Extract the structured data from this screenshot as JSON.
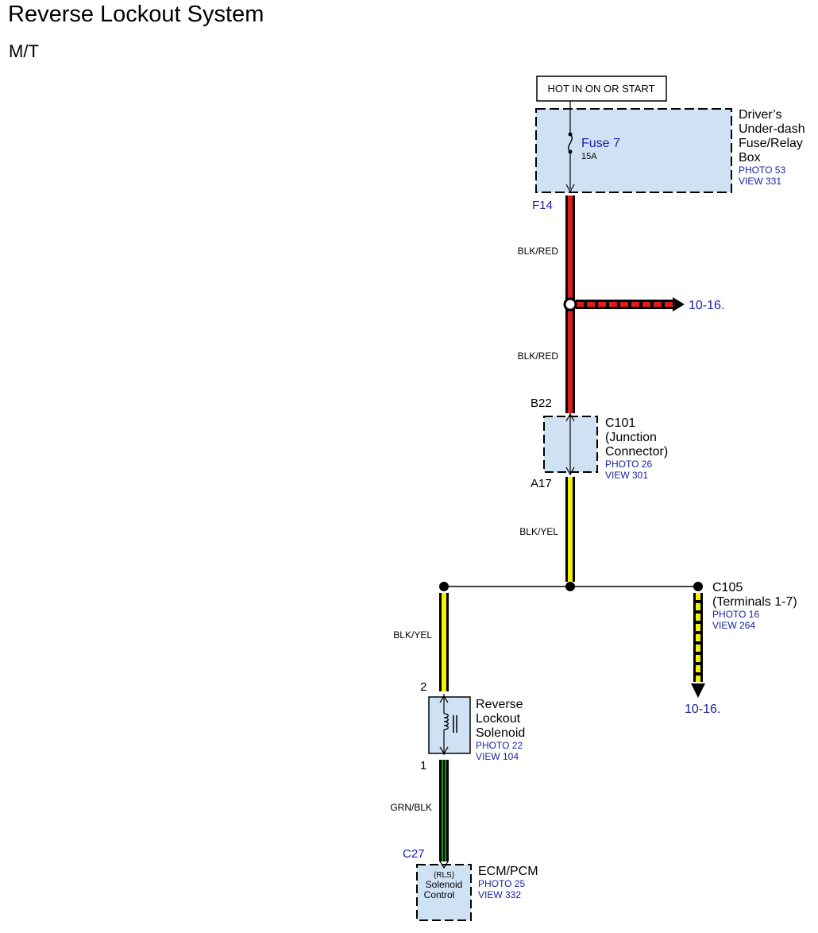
{
  "header": {
    "title": "Reverse Lockout System",
    "subtitle": "M/T"
  },
  "colors": {
    "box_fill": "#cfe2f3",
    "wire_red": "#e31a1a",
    "wire_yellow": "#f4f400",
    "wire_green": "#1a9a1a",
    "ref_text": "#1a22a6"
  },
  "power": {
    "label": "HOT IN ON OR START"
  },
  "fuse_box": {
    "name_lines": [
      "Driver’s",
      "Under-dash",
      "Fuse/Relay",
      "Box"
    ],
    "photo": "PHOTO 53",
    "view": "VIEW 331",
    "fuse_name": "Fuse 7",
    "fuse_rating": "15A",
    "terminal": "F14"
  },
  "wires": {
    "w1": "BLK/RED",
    "w2": "BLK/RED",
    "w3": "BLK/YEL",
    "w4": "BLK/YEL",
    "w5": "GRN/BLK"
  },
  "branch_ref_1": "10-16.",
  "c101": {
    "name_lines": [
      "C101",
      "(Junction",
      "Connector)"
    ],
    "photo": "PHOTO 26",
    "view": "VIEW 301",
    "top_terminal": "B22",
    "bottom_terminal": "A17"
  },
  "c105": {
    "name_lines": [
      "C105",
      "(Terminals 1-7)"
    ],
    "photo": "PHOTO 16",
    "view": "VIEW 264",
    "ref": "10-16."
  },
  "solenoid": {
    "name_lines": [
      "Reverse",
      "Lockout",
      "Solenoid"
    ],
    "photo": "PHOTO 22",
    "view": "VIEW 104",
    "pin_top": "2",
    "pin_bottom": "1"
  },
  "ecm": {
    "name": "ECM/PCM",
    "photo": "PHOTO 25",
    "view": "VIEW 332",
    "terminal": "C27",
    "inner_lines": [
      "(RLS)",
      "Solenoid",
      "Control"
    ]
  }
}
